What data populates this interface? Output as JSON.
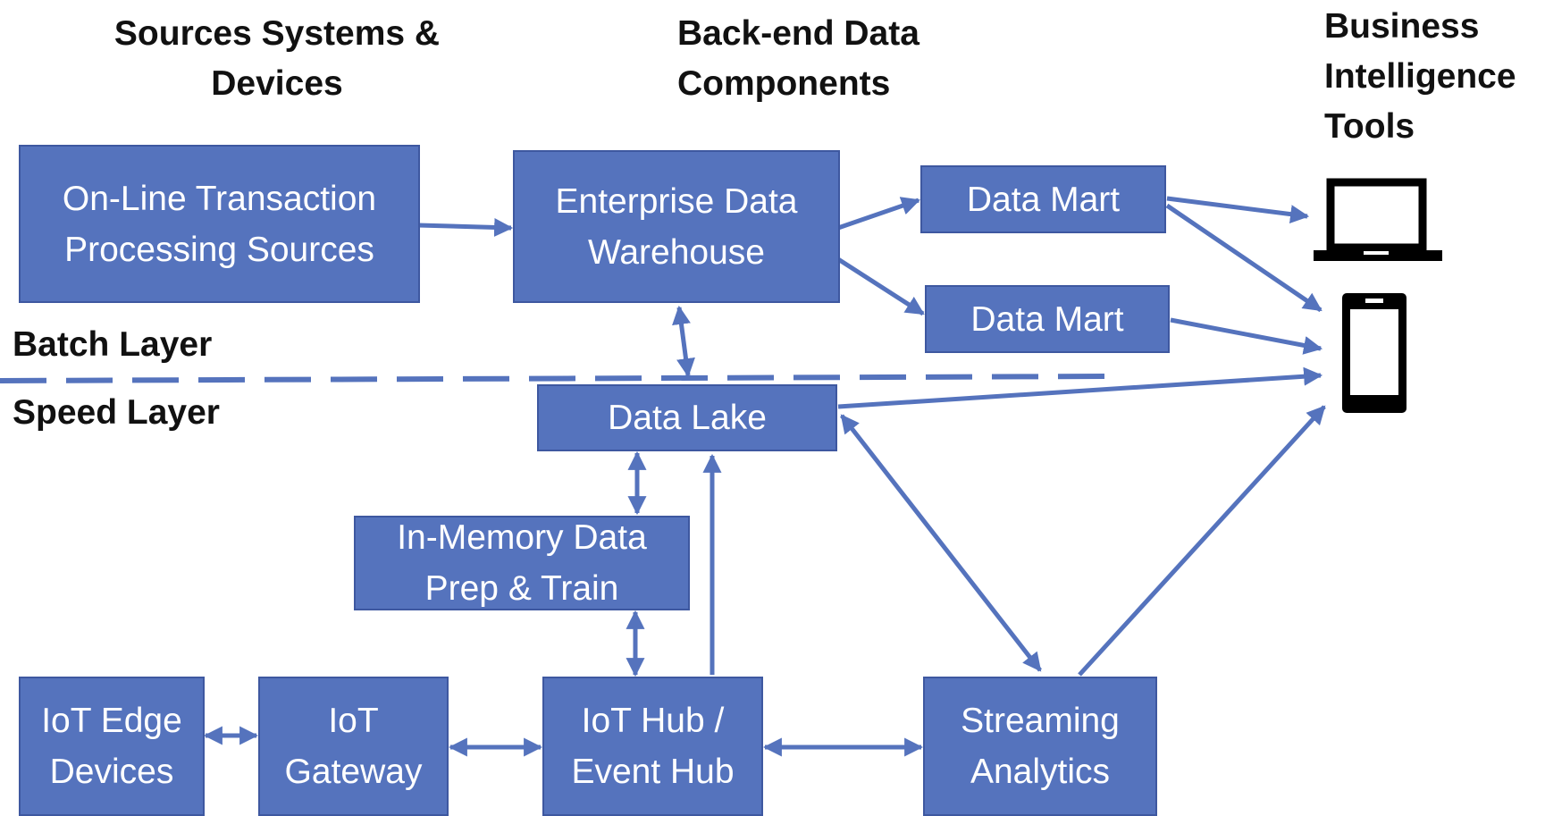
{
  "headers": {
    "sources": [
      "Sources Systems &",
      "Devices"
    ],
    "backend": [
      "Back-end Data",
      "Components"
    ],
    "bi": [
      "Business",
      "Intelligence",
      "Tools"
    ]
  },
  "layers": {
    "batch": "Batch Layer",
    "speed": "Speed Layer"
  },
  "boxes": {
    "oltp": [
      "On-Line Transaction",
      "Processing Sources"
    ],
    "edw": [
      "Enterprise Data",
      "Warehouse"
    ],
    "mart1": "Data Mart",
    "mart2": "Data Mart",
    "lake": "Data Lake",
    "inmemory": [
      "In-Memory Data",
      "Prep & Train"
    ],
    "edge": [
      "IoT Edge",
      "Devices"
    ],
    "gateway": [
      "IoT",
      "Gateway"
    ],
    "hub": [
      "IoT Hub /",
      "Event Hub"
    ],
    "streaming": [
      "Streaming",
      "Analytics"
    ]
  },
  "icons": {
    "laptop": "laptop-icon",
    "phone": "smartphone-icon"
  },
  "colors": {
    "box_fill": "#5573bd",
    "arrow": "#5573bd",
    "text": "#ffffff"
  }
}
